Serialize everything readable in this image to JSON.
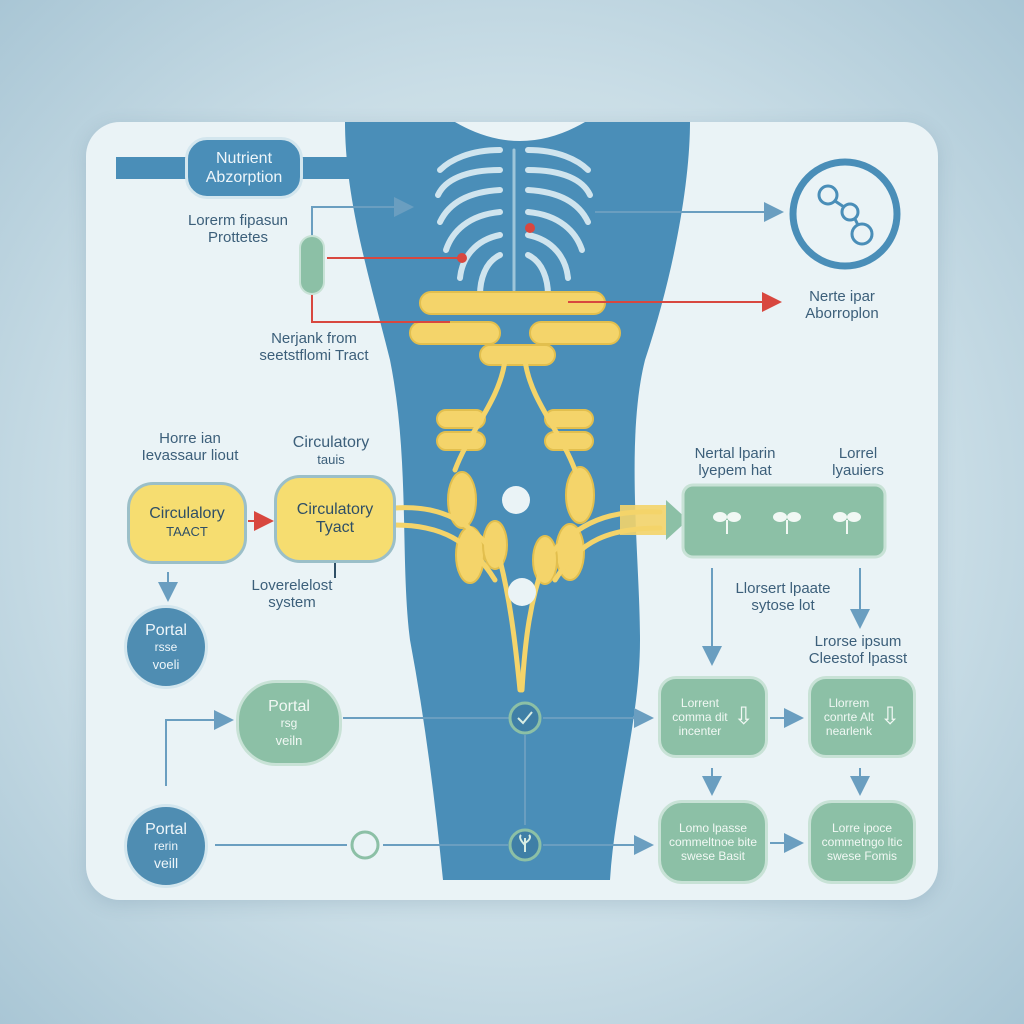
{
  "colors": {
    "body_blue": "#4a8eb8",
    "organ_yellow": "#f4d46a",
    "node_green": "#8cc0a6",
    "node_blue": "#4f8db2",
    "accent_red": "#d8473f",
    "line_blue": "#6a9ec0",
    "card": "#eaf3f6"
  },
  "header": {
    "title_line1": "Nutrient",
    "title_line2": "Abzorption"
  },
  "labels": {
    "top_left": [
      "Lorerm fipasun",
      "Prottetes"
    ],
    "mid_left": [
      "Nerjank from",
      "seetstflomi Tract"
    ],
    "right_top": [
      "Nerte ipar",
      "Aborroplon"
    ],
    "left_heading": [
      "Horre ian",
      "Ievassaur liout"
    ],
    "center_heading": [
      "Circulatory",
      "tauis"
    ],
    "below_tract": [
      "Loverelelost",
      "system"
    ],
    "right_heading_1": [
      "Nertal lparin",
      "lyepem hat"
    ],
    "right_heading_2": [
      "Lorrel",
      "lyauiers"
    ],
    "right_mid": [
      "Llorsert lpaate",
      "sytose lot"
    ],
    "right_lower": [
      "Lrorse ipsum",
      "Cleestof lpasst"
    ]
  },
  "nodes": {
    "circ1": [
      "Circulalory",
      "TAACT"
    ],
    "circ2": [
      "Circulatory",
      "Tyact"
    ],
    "portal_top": [
      "Portal",
      "rsse",
      "voeli"
    ],
    "portal_green": [
      "Portal",
      "rsg",
      "veiln"
    ],
    "portal_bottom": [
      "Portal",
      "rerin",
      "veill"
    ],
    "box_a": [
      "Lorrent",
      "comma dit",
      "incenter"
    ],
    "box_b": [
      "Llorrem",
      "conrte Alt",
      "nearlenk"
    ],
    "box_c": [
      "Lomo lpasse",
      "commeltnoe bite",
      "swese Basit"
    ],
    "box_d": [
      "Lorre ipoce",
      "commetngo ltic",
      "swese Fomis"
    ]
  },
  "icons": {
    "organ_icon": "magnifier-molecule-icon",
    "plants": "sprout-icon",
    "down": "arrow-down-icon",
    "check": "check-icon",
    "leaf": "leaf-icon"
  }
}
